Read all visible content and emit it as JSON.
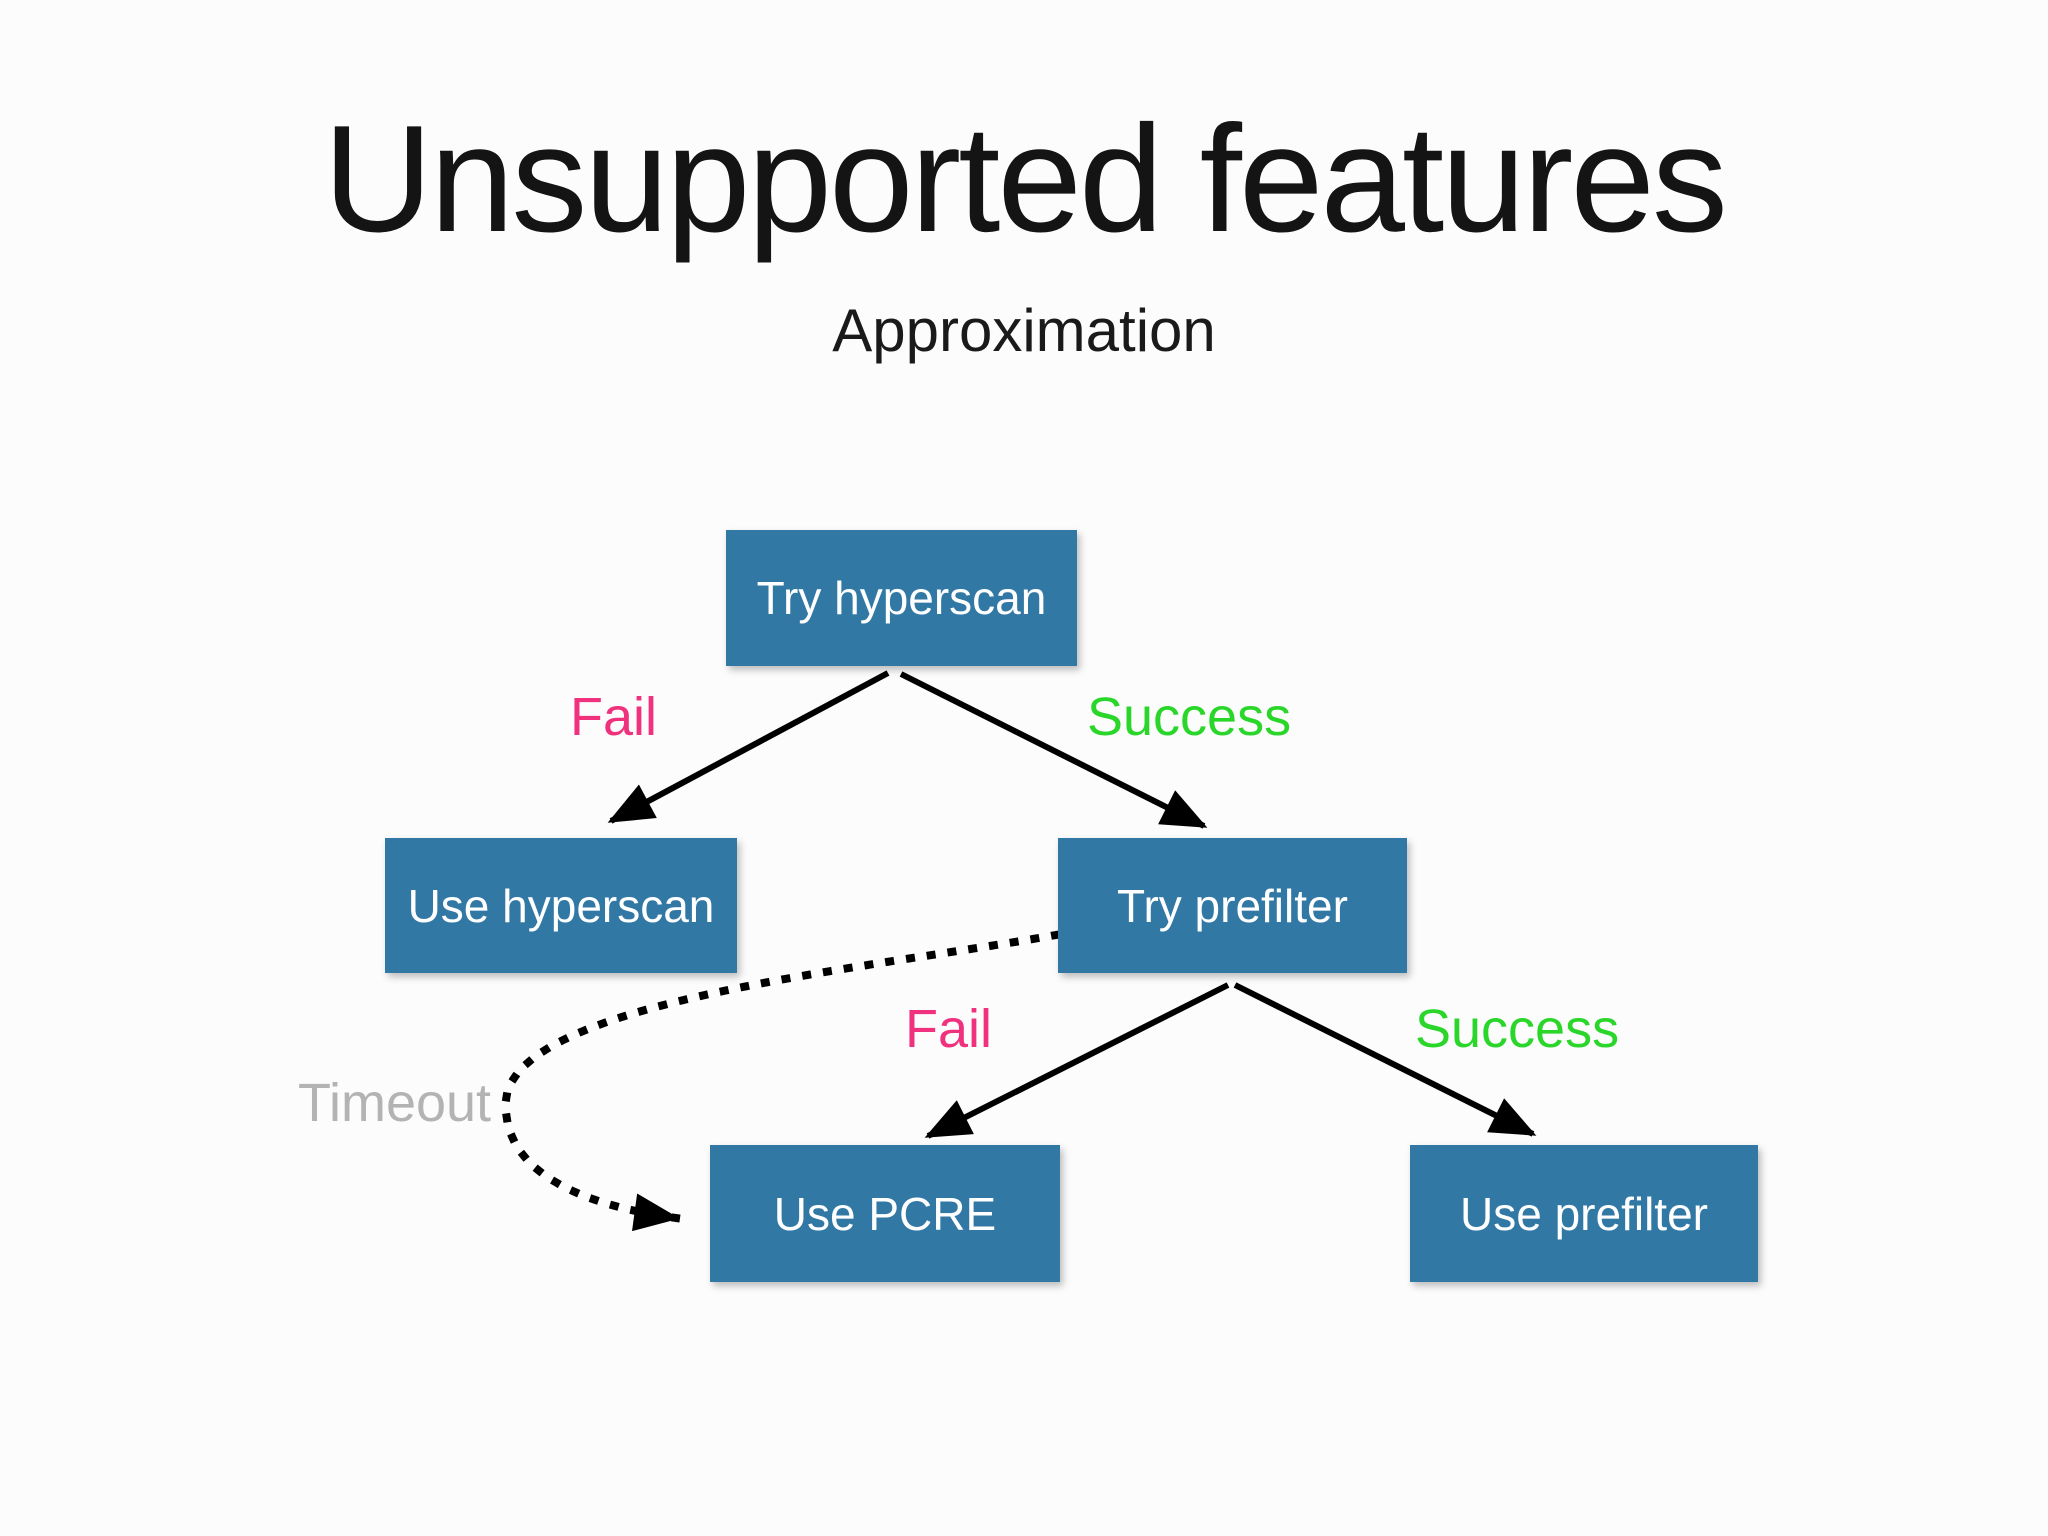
{
  "slide": {
    "title": "Unsupported features",
    "subtitle": "Approximation"
  },
  "colors": {
    "node_fill": "#3278A5",
    "node_text": "#FFFFFF",
    "fail": "#F0327E",
    "success": "#2BD62B",
    "timeout": "#B3B3B3",
    "arrow": "#000000",
    "title_text": "#141414",
    "background": "#FCFCFC"
  },
  "diagram": {
    "nodes": [
      {
        "id": "try-hyperscan",
        "label": "Try hyperscan"
      },
      {
        "id": "use-hyperscan",
        "label": "Use hyperscan"
      },
      {
        "id": "try-prefilter",
        "label": "Try prefilter"
      },
      {
        "id": "use-pcre",
        "label": "Use PCRE"
      },
      {
        "id": "use-prefilter",
        "label": "Use prefilter"
      }
    ],
    "edges": [
      {
        "from": "try-hyperscan",
        "to": "use-hyperscan",
        "label": "Fail",
        "outcome": "fail",
        "style": "solid"
      },
      {
        "from": "try-hyperscan",
        "to": "try-prefilter",
        "label": "Success",
        "outcome": "success",
        "style": "solid"
      },
      {
        "from": "try-prefilter",
        "to": "use-pcre",
        "label": "Fail",
        "outcome": "fail",
        "style": "solid"
      },
      {
        "from": "try-prefilter",
        "to": "use-prefilter",
        "label": "Success",
        "outcome": "success",
        "style": "solid"
      },
      {
        "from": "try-prefilter",
        "to": "use-pcre",
        "label": "Timeout",
        "outcome": "timeout",
        "style": "dotted"
      }
    ]
  }
}
